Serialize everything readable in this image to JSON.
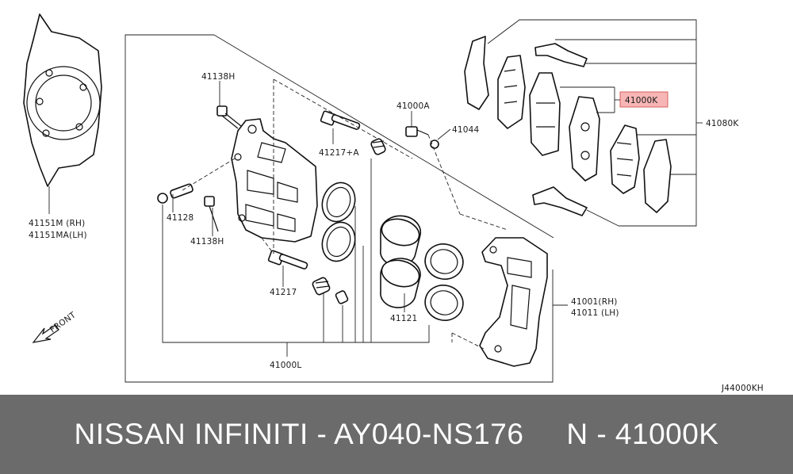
{
  "diagram": {
    "labels": {
      "p41151m": "41151M (RH)",
      "p41151ma": "41151MA(LH)",
      "p41138h_top": "41138H",
      "p41128": "41128",
      "p41138h_bottom": "41138H",
      "p41217": "41217",
      "p41217a": "41217+A",
      "p41000a": "41000A",
      "p41044": "41044",
      "p41000k": "41000K",
      "p41080k": "41080K",
      "p41121": "41121",
      "p41001": "41001(RH)",
      "p41011": "41011 (LH)",
      "p41000l": "41000L",
      "front": "FRONT",
      "code": "J44000KH"
    },
    "highlight_color": "#f7b5b5"
  },
  "banner": {
    "text": "NISSAN INFINITI - AY040-NS176     N - 41000K",
    "background": "#6b6b6b"
  }
}
